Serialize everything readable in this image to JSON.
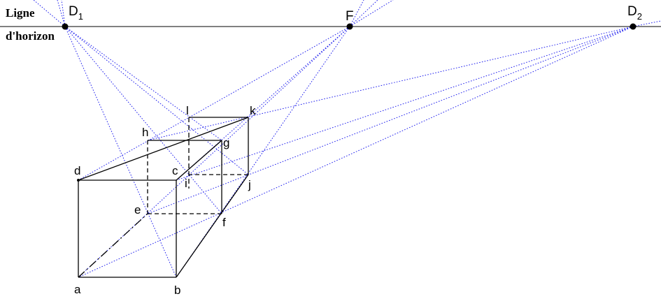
{
  "horizon": {
    "label_line1": "Ligne",
    "label_line2": "d'horizon"
  },
  "vanishing_points": {
    "d1": {
      "letter": "D",
      "index": "1"
    },
    "f": {
      "letter": "F"
    },
    "d2": {
      "letter": "D",
      "index": "2"
    }
  },
  "vertices": {
    "a": "a",
    "b": "b",
    "c": "c",
    "d": "d",
    "e": "e",
    "f": "f",
    "g": "g",
    "h": "h",
    "i": "i",
    "j": "j",
    "k": "k",
    "l": "l"
  },
  "colors": {
    "construction_lines": "#2222ee",
    "edges": "#000000",
    "background": "#ffffff"
  }
}
